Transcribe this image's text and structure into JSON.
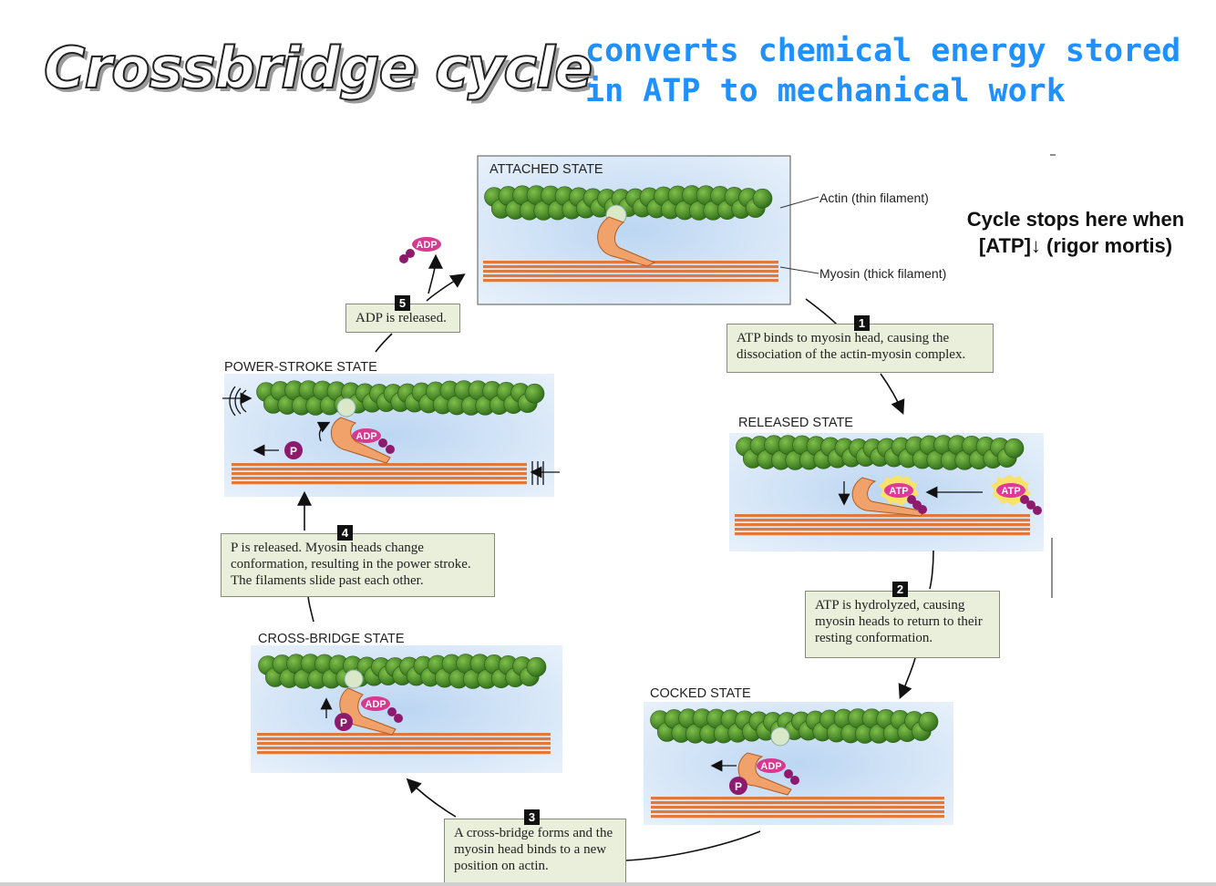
{
  "title": "Crossbridge cycle",
  "subtitle": "converts chemical energy stored in ATP to mechanical work",
  "note": {
    "line1": "Cycle stops here when",
    "line2": "[ATP]↓ (rigor mortis)"
  },
  "states": {
    "attached": "ATTACHED STATE",
    "released": "RELEASED STATE",
    "cocked": "COCKED STATE",
    "crossbridge": "CROSS-BRIDGE STATE",
    "powerstroke": "POWER-STROKE STATE"
  },
  "labels": {
    "actin": "Actin (thin filament)",
    "myosin": "Myosin (thick filament)",
    "adp": "ADP",
    "atp": "ATP",
    "p": "P"
  },
  "steps": [
    {
      "num": "1",
      "text": "ATP binds to myosin head, causing the dissociation of the actin-myosin complex."
    },
    {
      "num": "2",
      "text": "ATP is hydrolyzed, causing myosin heads to return to their resting conformation."
    },
    {
      "num": "3",
      "text": "A cross-bridge forms and the myosin head binds to a new position on actin."
    },
    {
      "num": "4",
      "text": "P is released. Myosin heads change conformation, resulting in the power stroke. The filaments slide past each other."
    },
    {
      "num": "5",
      "text": "ADP is released."
    }
  ],
  "colors": {
    "actin": "#4e8a2a",
    "myosin": "#e07a3c",
    "panel_bg": "#cfe2f5",
    "box_bg": "#e9efda",
    "adp": "#d63a8e",
    "atp": "#e0389a",
    "phosphate": "#8e1a6e",
    "subtitle": "#1e90ff"
  }
}
